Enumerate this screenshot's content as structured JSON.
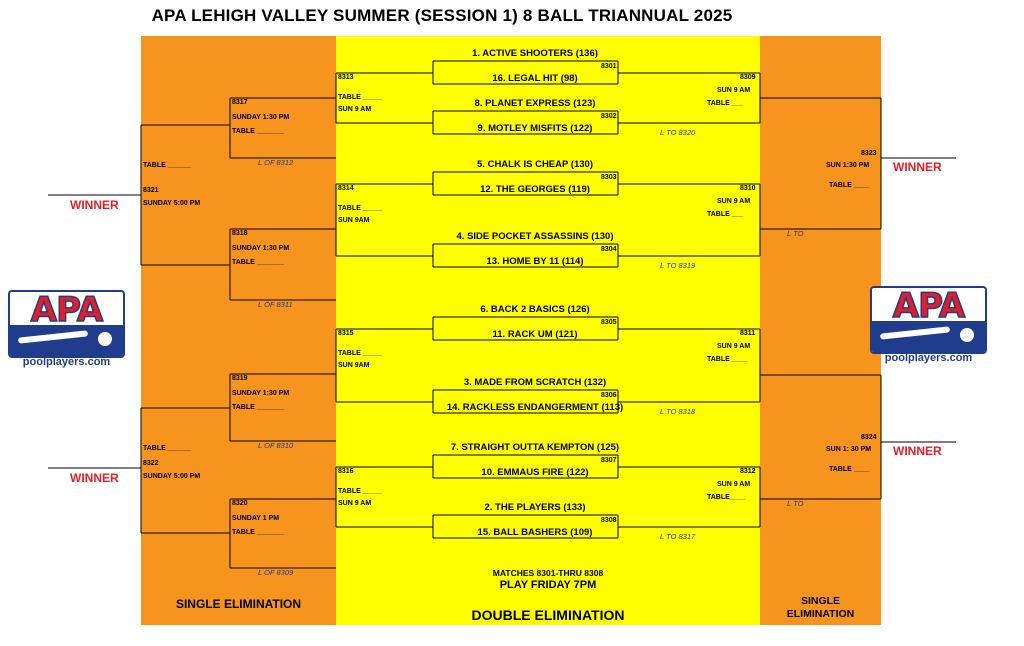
{
  "title": "APA LEHIGH VALLEY SUMMER (SESSION 1)  8 BALL TRIANNUAL 2025",
  "colors": {
    "orange": "#f7941d",
    "yellow": "#ffff00",
    "winner_red": "#e21f26",
    "loser_blue": "#1f3a8a"
  },
  "logo": {
    "brand": "APA",
    "url": "poolplayers.com",
    "icon": "apa-logo-icon"
  },
  "center_matches": [
    {
      "id": "8301",
      "top": "1. ACTIVE SHOOTERS (136)",
      "bottom": "16. LEGAL HIT  (98)"
    },
    {
      "id": "8302",
      "top": "8. PLANET EXPRESS (123)",
      "bottom": "9. MOTLEY MISFITS (122)"
    },
    {
      "id": "8303",
      "top": "5. CHALK IS CHEAP (130)",
      "bottom": "12. THE GEORGES (119)"
    },
    {
      "id": "8304",
      "top": "4. SIDE POCKET ASSASSINS (130)",
      "bottom": "13. HOME BY 11 (114)"
    },
    {
      "id": "8305",
      "top": "6. BACK 2 BASICS (126)",
      "bottom": "11. RACK UM (121)"
    },
    {
      "id": "8306",
      "top": "3. MADE FROM SCRATCH (132)",
      "bottom": "14. RACKLESS ENDANGERMENT (113)"
    },
    {
      "id": "8307",
      "top": "7. STRAIGHT OUTTA KEMPTON (125)",
      "bottom": "10. EMMAUS FIRE (122)"
    },
    {
      "id": "8308",
      "top": "2. THE PLAYERS (133)",
      "bottom": "15. BALL BASHERS (109)"
    }
  ],
  "left_round1": [
    {
      "id": "8313",
      "table": "TABLE _____",
      "time": "SUN 9 AM"
    },
    {
      "id": "8314",
      "table": "TABLE _____",
      "time": "SUN 9AM"
    },
    {
      "id": "8315",
      "table": "TABLE _____",
      "time": "SUN 9AM"
    },
    {
      "id": "8316",
      "table": "TABLE _____",
      "time": "SUN 9 AM"
    }
  ],
  "right_round1": [
    {
      "id": "8309",
      "time": "SUN 9 AM",
      "table": "TABLE ___",
      "loser": "L TO 8320"
    },
    {
      "id": "8310",
      "time": "SUN 9 AM",
      "table": "TABLE ___",
      "loser": "L TO 8319"
    },
    {
      "id": "8311",
      "time": "SUN 9 AM",
      "table": "TABLE ____",
      "loser": "L TO 8318"
    },
    {
      "id": "8312",
      "time": "SUN 9 AM",
      "table": "TABLE____",
      "loser": "L TO 8317"
    }
  ],
  "left_round2": [
    {
      "id": "8317",
      "time": "SUNDAY 1:30  PM",
      "table": "TABLE _______",
      "loser": "L OF 8312"
    },
    {
      "id": "8318",
      "time": "SUNDAY 1:30  PM",
      "table": "TABLE _______",
      "loser": "L OF 8311"
    },
    {
      "id": "8319",
      "time": "SUNDAY 1:30 PM",
      "table": "TABLE _______",
      "loser": "L OF 8310"
    },
    {
      "id": "8320",
      "time": "SUNDAY 1 PM",
      "table": "TABLE _______",
      "loser": "L OF 8309"
    }
  ],
  "left_finals": [
    {
      "id": "8321",
      "table": "TABLE ______",
      "time": "SUNDAY 5:00 PM",
      "winner": "WINNER"
    },
    {
      "id": "8322",
      "table": "TABLE ______",
      "time": "SUNDAY 5:00 PM",
      "winner": "WINNER"
    }
  ],
  "right_finals": [
    {
      "id": "8323",
      "time": "SUN 1:30 PM",
      "table": "TABLE ____",
      "loser": "L TO",
      "winner": "WINNER"
    },
    {
      "id": "8324",
      "time": "SUN 1: 30 PM",
      "table": "TABLE ____",
      "loser": "L TO",
      "winner": "WINNER"
    }
  ],
  "footer": {
    "matches": "MATCHES 8301-THRU 8308",
    "play": "PLAY FRIDAY 7PM",
    "left": "SINGLE ELIMINATION",
    "center": "DOUBLE ELIMINATION",
    "right_line1": "SINGLE",
    "right_line2": "ELIMINATION"
  }
}
